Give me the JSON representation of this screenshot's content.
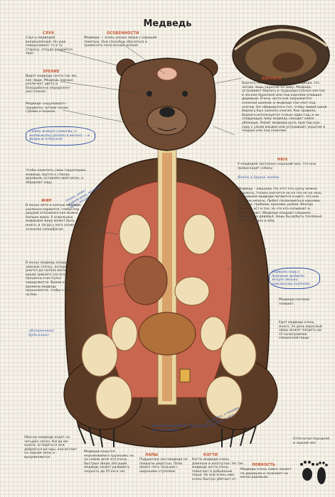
{
  "title": "Медведь",
  "headers": {
    "hearing": "СЛУХ",
    "sense_of_touch": "ОСОБЕННОСТИ",
    "vision": "ЗРЕНИЕ",
    "den": "БЕРЛОГА",
    "nose": "НЮХ",
    "fat": "ЖИР",
    "paws": "ЛАПЫ",
    "claws": "КОГТИ",
    "agility": "ЛОВКОСТЬ"
  },
  "texts": {
    "hearing": "Слух у медведей великолепный. Он уши поворачивает то в ту сторону, откуда раздаётся звук.",
    "feature": "Медведи — очень умные звери с хорошей памятью. Они способны обучаться и применять полученные знания.",
    "vision": "Видят медведи почти так же, как люди. Медведь хорошо различает цвета и безошибочно определяет расстояния.",
    "tongue": "Медведи «ощупывают» предметы чутким носом, губами и языком.",
    "den": "Берлогу нельзя назвать домом медведя, это логово лишь укрытие на зиму. Медведь устраивает берлогу в труднодоступных местах: в лесном буреломе или под корнями упавших деревьев. Очень часто она закрывается снежной шапкой, и медведи там спит под снегом. Он забираются в тот, чтобы зимой своей берлогу был занесён снегом. Как правило, берлога используется только один год, и на следующую зиму медведь находит новое убежище. Умеют медведи рыть простор-ную нору с узким входом или устраивают укрытие в пещере или под камнями.",
    "nose": "У медведей настолько хороший нюх, что они превосходят собаку.",
    "territory": "Чтобы пометить свою территорию, медведь трутся о стволы деревьев, оставляя свой запах, а обдирают кору.",
    "fat": "В конце лета и осенью медведь усиленно кормится, чтобы под шкурой отложился как можно больше жира. У отдельных медведей жира может быть очень много, и тогда у него начинается сезонная гиперфагия.",
    "hibernation": "В конце медведь впадает в зимнюю спячку, которая длится до начала весны. Во время зимнего сна его процессы и их пульс замедляются. Время от времени медведь просыпается, чтобы с-с боку на бок.",
    "omnivore": "Медведь – хищника. Но этот кто сразу можно подумать, только охотится не на тех не на лось. В основном медведи питаются и едят, что они это и на мелочь. Любит полакомиться корнями, ягодами, грибами, орехами, рыбой. Иногда медведь ест и тех, за что его называют и разыскивают. Медведи поедают слишком высоко и на деревья, лишь бы добыть пчелиные соты и за одно и мёд.",
    "swim": "Медведи неплохо плавают.",
    "eat_amount": "Едят медведи очень много. За день взрослый зверь может поедать до 15 килограммов смешанной пищи.",
    "walk": "Обычно медведи ходят на четырёх лапах. Когда им нужно, оглядеться или добраться до еды, они встают на задние лапы и выпрямляются.",
    "paws": "Медведи кажутся неуклюжими и грузными, но на самом деле это очень быстрые звери, бегущий медведь может развивать скорость до 55 км в час.",
    "paws_soles": "Подушечки лап медведя не покрыты шерстью. Лапы имеют пять пальцев с широкими ступнями.",
    "claws": "Когти медведя очень длинные и изогнутые. Не так медведи когти очень помогают в добывании пищи. Но они очень ими очень быстро убегают от.",
    "agility": "Медведи очень ловко лазают по деревьям и залезают на ветки деревьев.",
    "footprint": "Отпечатки передней и задней лап"
  },
  "handnotes": {
    "winter_young": "Самки живут семьями, а медвежата родятся весной — в феврале в бёрлоге",
    "oatmeal": "Ягоды и другие ягодки",
    "clues": "Очень легко определить медведя по их запаху",
    "rotating": "«Встроенный будильник»",
    "tree": "Сорвать кору с деревьев медведи могут своими огромными когтями",
    "legs": "На потом медведи обнимают все и кушают",
    "forest": "Хищники, а также хищника в лесу"
  },
  "colors": {
    "bear_fur": "#6e4a33",
    "bear_fur_dark": "#4a3020",
    "muscle": "#c8664f",
    "fat": "#e9d6a0",
    "accent_red": "#c8522f",
    "note_blue": "#2d4fa8"
  }
}
